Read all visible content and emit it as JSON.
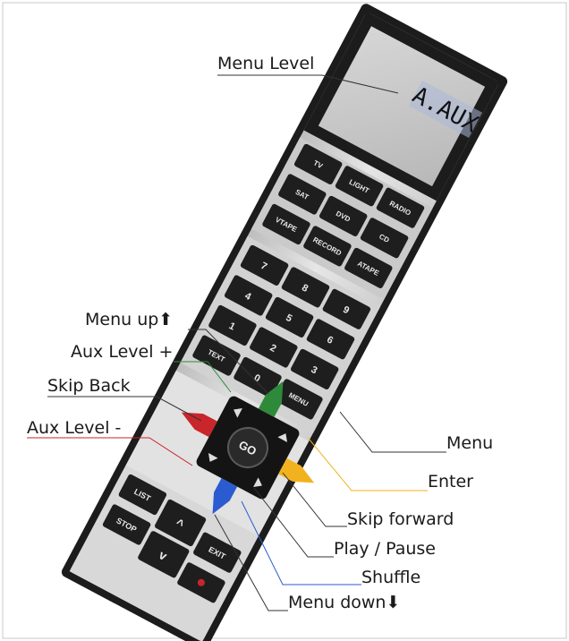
{
  "display": {
    "text": "A.AUX"
  },
  "remote": {
    "source_keys": [
      "TV",
      "LIGHT",
      "RADIO",
      "SAT",
      "DVD",
      "CD",
      "VTAPE",
      "RECORD",
      "ATAPE"
    ],
    "digit_keys": [
      "7",
      "8",
      "9",
      "4",
      "5",
      "6",
      "1",
      "2",
      "3"
    ],
    "text_key": "TEXT",
    "zero_key": "0",
    "menu_key": "MENU",
    "go_key": "GO",
    "list_key": "LIST",
    "stop_key": "STOP",
    "exit_key": "EXIT",
    "up_glyph": "^",
    "down_glyph": "v"
  },
  "callouts": {
    "menu_level": "Menu Level",
    "menu_up": "Menu up⬆",
    "aux_level_plus": "Aux Level +",
    "skip_back": "Skip Back",
    "aux_level_minus": "Aux Level -",
    "menu": "Menu",
    "enter": "Enter",
    "skip_forward": "Skip forward",
    "play_pause": "Play / Pause",
    "shuffle": "Shuffle",
    "menu_down": "Menu down⬇"
  },
  "colors": {
    "green_arrow": "#2e8a3a",
    "yellow_arrow": "#f2b21f",
    "red_arrow": "#c8262a",
    "blue_arrow": "#2a5bd0",
    "body": "#1c1c1c",
    "panel": "#dcdcdc",
    "lcd": "#c9c9c9"
  }
}
